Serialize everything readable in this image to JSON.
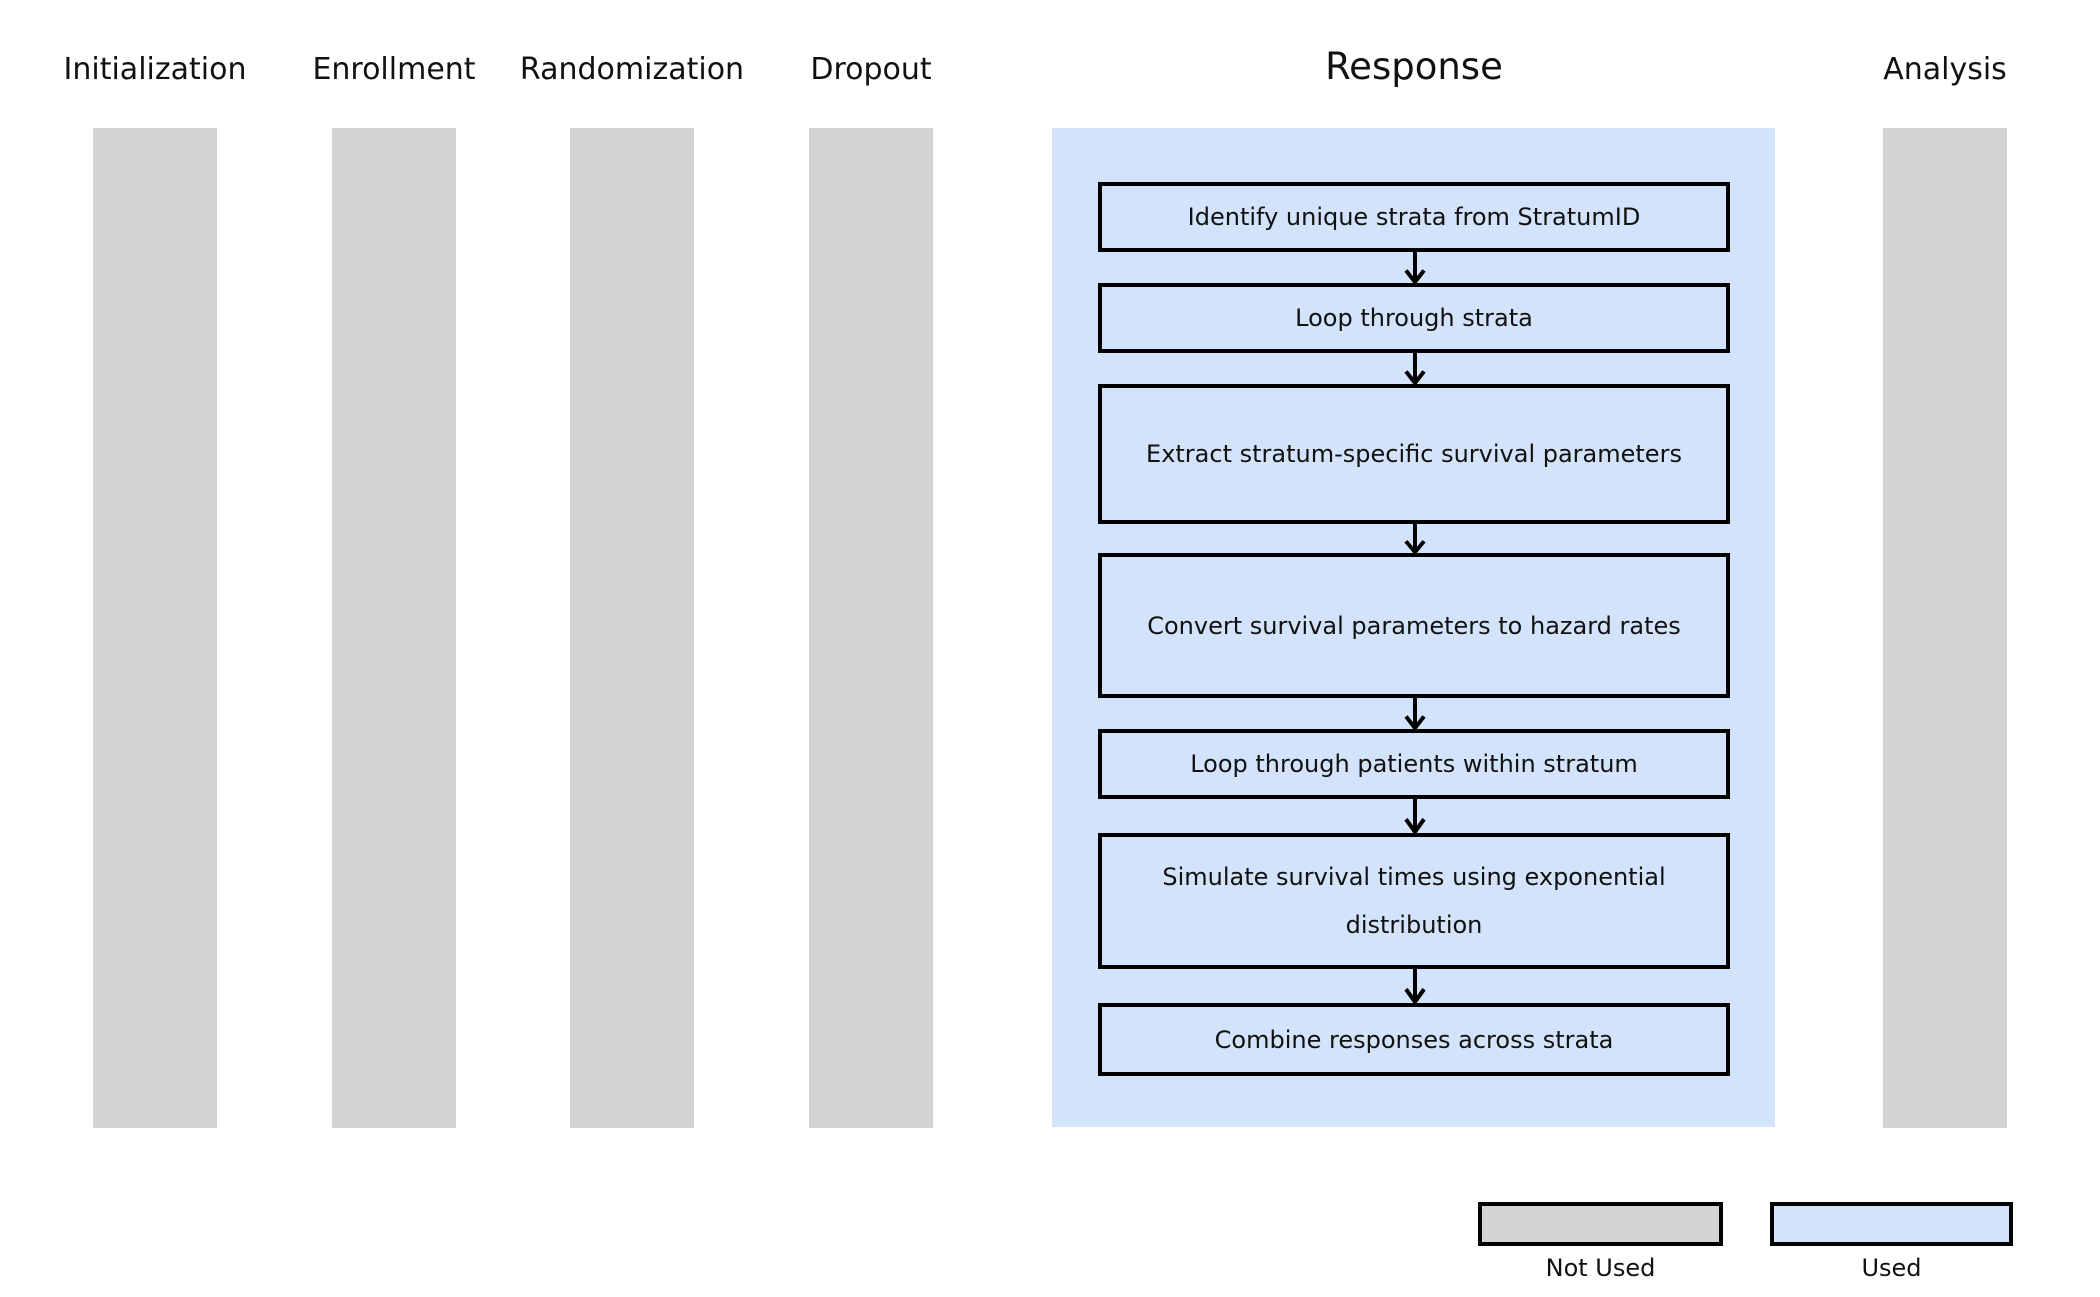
{
  "stages": [
    {
      "label": "Initialization",
      "status": "not_used"
    },
    {
      "label": "Enrollment",
      "status": "not_used"
    },
    {
      "label": "Randomization",
      "status": "not_used"
    },
    {
      "label": "Dropout",
      "status": "not_used"
    },
    {
      "label": "Response",
      "status": "used"
    },
    {
      "label": "Analysis",
      "status": "not_used"
    }
  ],
  "response_flow": {
    "steps": [
      "Identify unique strata from StratumID",
      "Loop through strata",
      "Extract stratum-specific survival parameters",
      "Convert survival parameters to hazard rates",
      "Loop through patients within stratum",
      "Simulate survival times using exponential distribution",
      "Combine responses across strata"
    ]
  },
  "legend": {
    "items": [
      {
        "label": "Not Used",
        "color": "#d3d3d3"
      },
      {
        "label": "Used",
        "color": "#d2e3fb"
      }
    ]
  },
  "colors": {
    "not_used_fill": "#d3d3d3",
    "used_fill": "#d2e3fb",
    "box_border": "#000000",
    "background": "#ffffff"
  }
}
